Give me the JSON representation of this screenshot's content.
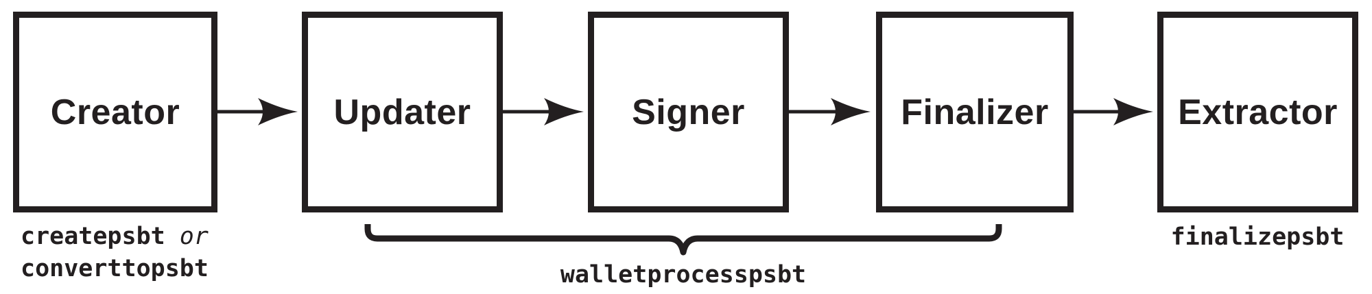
{
  "diagram": {
    "stages": [
      {
        "label": "Creator"
      },
      {
        "label": "Updater"
      },
      {
        "label": "Signer"
      },
      {
        "label": "Finalizer"
      },
      {
        "label": "Extractor"
      }
    ],
    "captions": {
      "creator_rpc_1": "createpsbt",
      "creator_conjunction": "or",
      "creator_rpc_2": "converttopsbt",
      "group_rpc": "walletprocesspsbt",
      "extractor_rpc": "finalizepsbt"
    },
    "colors": {
      "ink": "#231f20",
      "background": "#ffffff"
    }
  }
}
